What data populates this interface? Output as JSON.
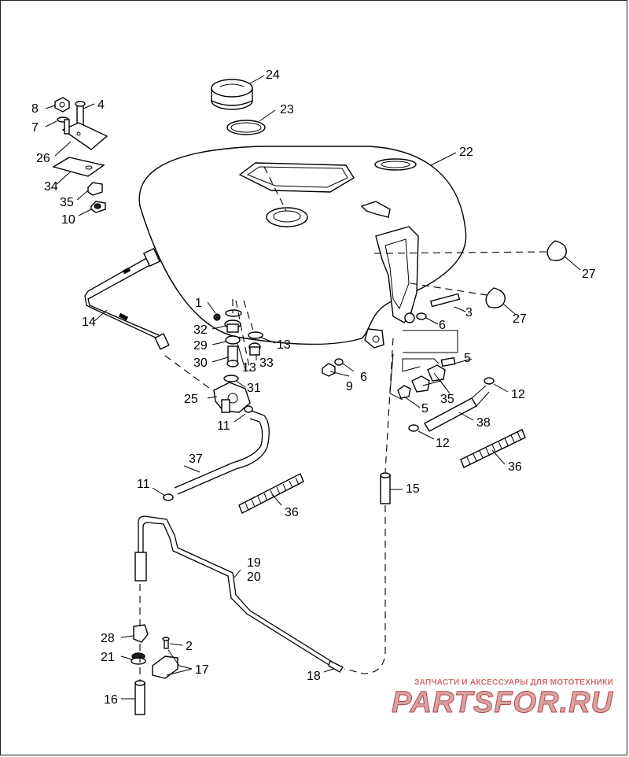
{
  "callouts": {
    "c1": "1",
    "c2": "2",
    "c3": "3",
    "c4": "4",
    "c5a": "5",
    "c5b": "5",
    "c6a": "6",
    "c6b": "6",
    "c7": "7",
    "c8": "8",
    "c9": "9",
    "c10": "10",
    "c11a": "11",
    "c11b": "11",
    "c12a": "12",
    "c12b": "12",
    "c13a": "13",
    "c13b": "13",
    "c14": "14",
    "c15": "15",
    "c16": "16",
    "c17": "17",
    "c18": "18",
    "c19": "19",
    "c20": "20",
    "c21": "21",
    "c22": "22",
    "c23": "23",
    "c24": "24",
    "c25": "25",
    "c26": "26",
    "c27a": "27",
    "c27b": "27",
    "c28": "28",
    "c29": "29",
    "c30": "30",
    "c31": "31",
    "c32": "32",
    "c33": "33",
    "c34": "34",
    "c35a": "35",
    "c35b": "35",
    "c36a": "36",
    "c36b": "36",
    "c37": "37",
    "c38": "38"
  },
  "watermark": {
    "caption": "ЗАПЧАСТИ И АКСЕССУАРЫ ДЛЯ МОТОТЕХНИКИ",
    "brand": "PARTSFOR.RU"
  },
  "colors": {
    "line": "#000000",
    "background": "#ffffff",
    "watermark": "#c05050"
  }
}
